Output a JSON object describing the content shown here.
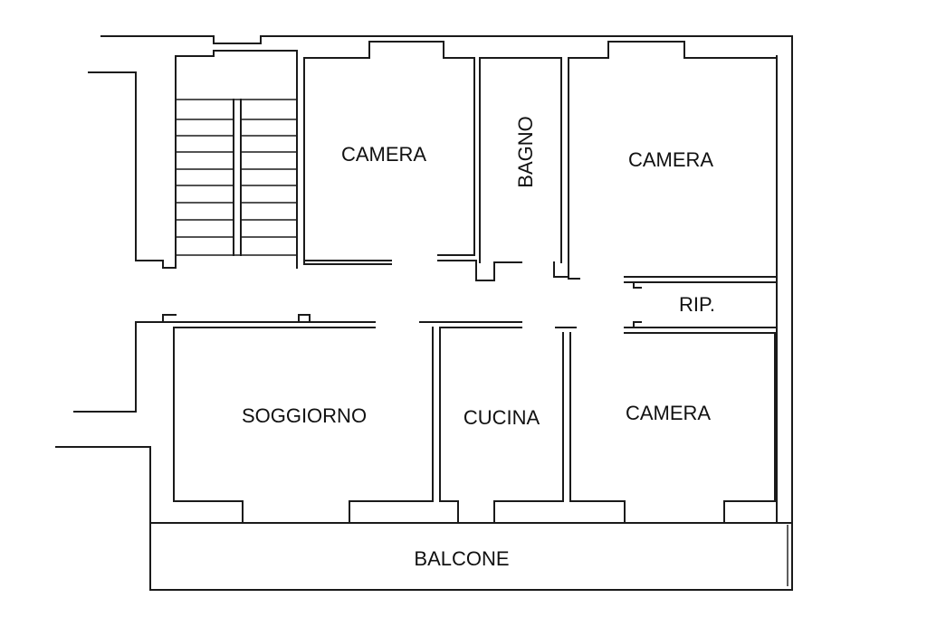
{
  "floor_plan": {
    "rooms": [
      {
        "id": "camera-1",
        "label": "CAMERA"
      },
      {
        "id": "bagno",
        "label": "BAGNO"
      },
      {
        "id": "camera-2",
        "label": "CAMERA"
      },
      {
        "id": "ripostiglio",
        "label": "RIP."
      },
      {
        "id": "soggiorno",
        "label": "SOGGIORNO"
      },
      {
        "id": "cucina",
        "label": "CUCINA"
      },
      {
        "id": "camera-3",
        "label": "CAMERA"
      },
      {
        "id": "balcone",
        "label": "BALCONE"
      }
    ]
  }
}
